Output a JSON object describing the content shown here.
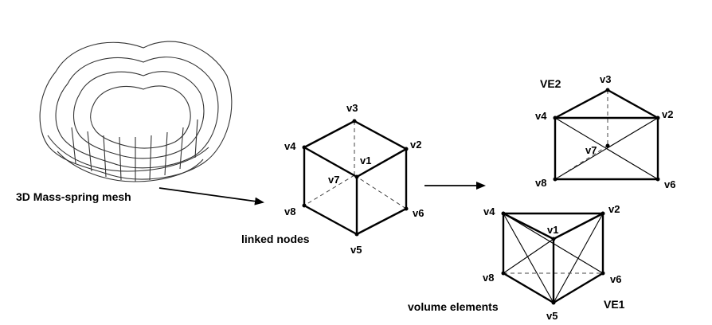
{
  "captions": {
    "mesh": "3D Mass-spring mesh",
    "linked": "linked nodes",
    "volume": "volume elements",
    "ve1": "VE1",
    "ve2": "VE2"
  },
  "cube_nodes": {
    "v1": "v1",
    "v2": "v2",
    "v3": "v3",
    "v4": "v4",
    "v5": "v5",
    "v6": "v6",
    "v7": "v7",
    "v8": "v8"
  },
  "ve2_nodes": {
    "v2": "v2",
    "v3": "v3",
    "v4": "v4",
    "v6": "v6",
    "v7": "v7",
    "v8": "v8"
  },
  "ve1_nodes": {
    "v1": "v1",
    "v2": "v2",
    "v4": "v4",
    "v5": "v5",
    "v6": "v6",
    "v8": "v8"
  }
}
